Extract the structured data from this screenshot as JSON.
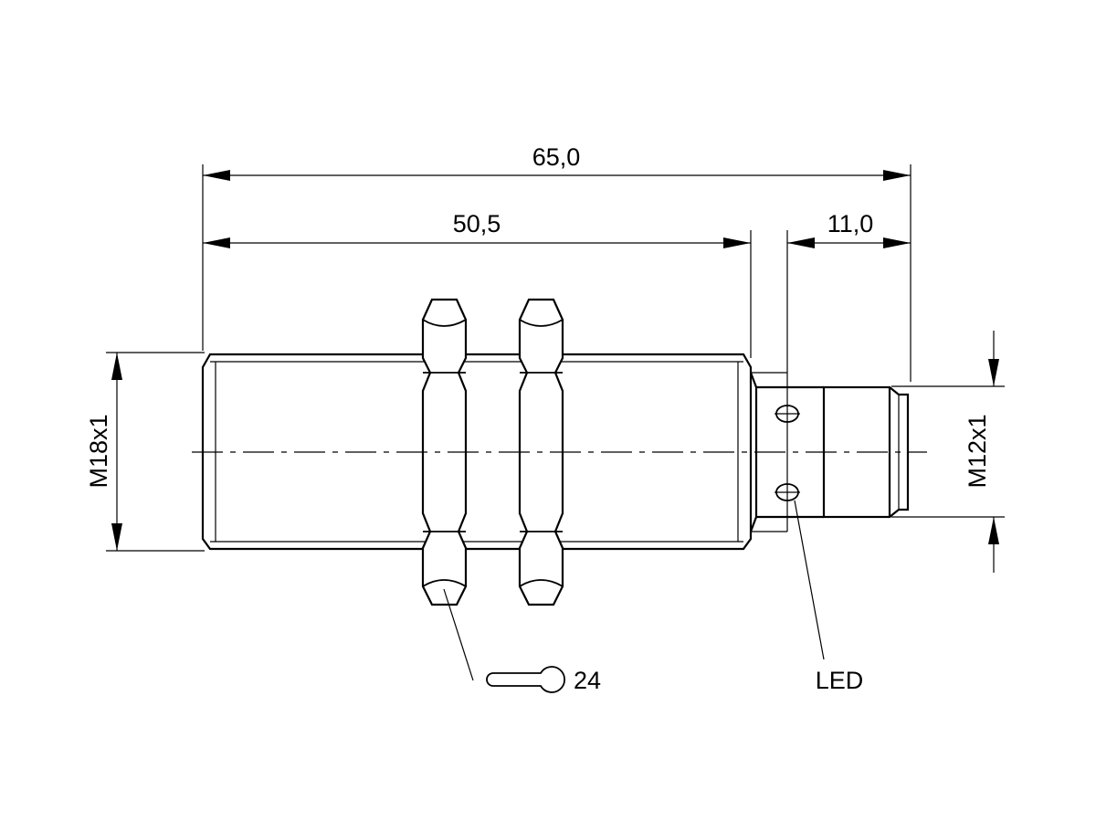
{
  "dimensions": {
    "overall_length": "65,0",
    "body_length": "50,5",
    "connector_length": "11,0",
    "body_thread": "M18x1",
    "connector_thread": "M12x1"
  },
  "callouts": {
    "wrench_size": "24",
    "led": "LED"
  },
  "icons": {
    "wrench": "wrench-icon"
  },
  "colors": {
    "line": "#000000",
    "background": "#ffffff"
  }
}
